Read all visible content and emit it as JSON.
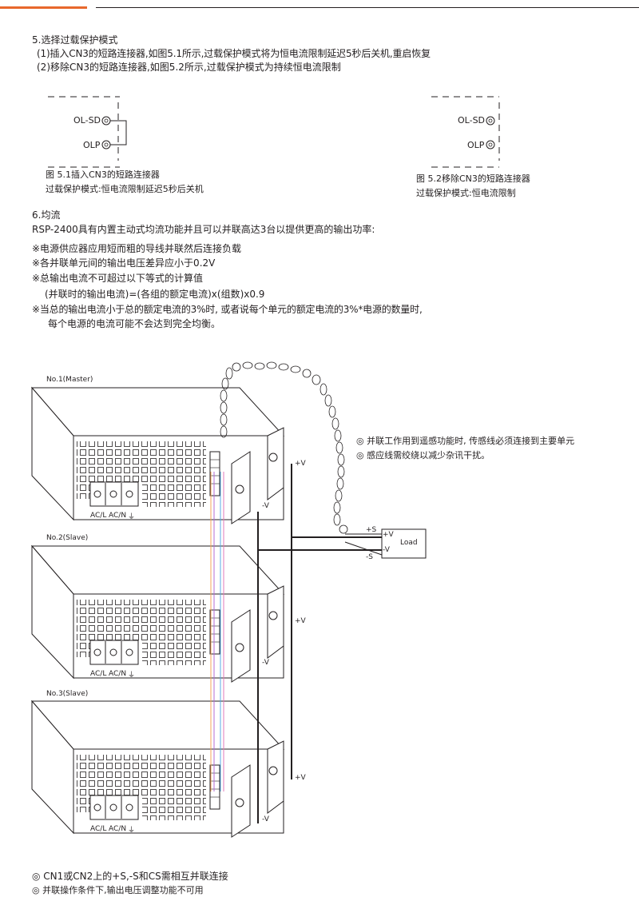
{
  "section5": {
    "heading": "5.选择过载保护模式",
    "item1": "(1)插入CN3的短路连接器,如图5.1所示,过载保护模式将为恒电流限制延迟5秒后关机,重启恢复",
    "item2": "(2)移除CN3的短路连接器,如图5.2所示,过载保护模式为持续恒电流限制"
  },
  "fig51": {
    "pin_top": "OL-SD",
    "pin_bottom": "OLP",
    "caption_line1": "图 5.1插入CN3的短路连接器",
    "caption_line2": "过载保护模式:恒电流限制延迟5秒后关机"
  },
  "fig52": {
    "pin_top": "OL-SD",
    "pin_bottom": "OLP",
    "caption_line1": "图 5.2移除CN3的短路连接器",
    "caption_line2": "过载保护模式:恒电流限制"
  },
  "section6": {
    "heading": "6.均流",
    "intro": "RSP-2400具有内置主动式均流功能并且可以并联高达3台以提供更高的输出功率:",
    "bullet1": "※电源供应器应用短而粗的导线并联然后连接负载",
    "bullet2": "※各并联单元间的输出电压差异应小于0.2V",
    "bullet3": "※总输出电流不可超过以下等式的计算值",
    "formula": "(并联时的输出电流)=(各组的额定电流)x(组数)x0.9",
    "bullet4_line1": "※当总的输出电流小于总的额定电流的3%时, 或者说每个单元的额定电流的3%*电源的数量时,",
    "bullet4_line2": "每个电源的电流可能不会达到完全均衡。"
  },
  "diagram": {
    "unit1": "No.1(Master)",
    "unit2": "No.2(Slave)",
    "unit3": "No.3(Slave)",
    "terminal_acl": "AC/L",
    "terminal_acn": "AC/N",
    "terminal_gnd": "⏚",
    "plus_v": "+V",
    "minus_v": "-V",
    "plus_s": "+S",
    "minus_s": "-S",
    "load": "Load",
    "note1": "◎ 并联工作用到遥感功能时, 传感线必须连接到主要单元",
    "note2": "◎ 感应线需绞绕以减少杂讯干扰。"
  },
  "footer": {
    "note1": "◎ CN1或CN2上的+S,-S和CS需相互并联连接",
    "note2": "◎ 并联操作条件下,输出电压调整功能不可用"
  },
  "colors": {
    "accent_bar": "#e8682c",
    "line": "#231f20",
    "wire_orange": "#f5a35a",
    "wire_purple": "#b36bd6",
    "wire_blue": "#5aa9e6",
    "wire_pink": "#e27ab8"
  }
}
